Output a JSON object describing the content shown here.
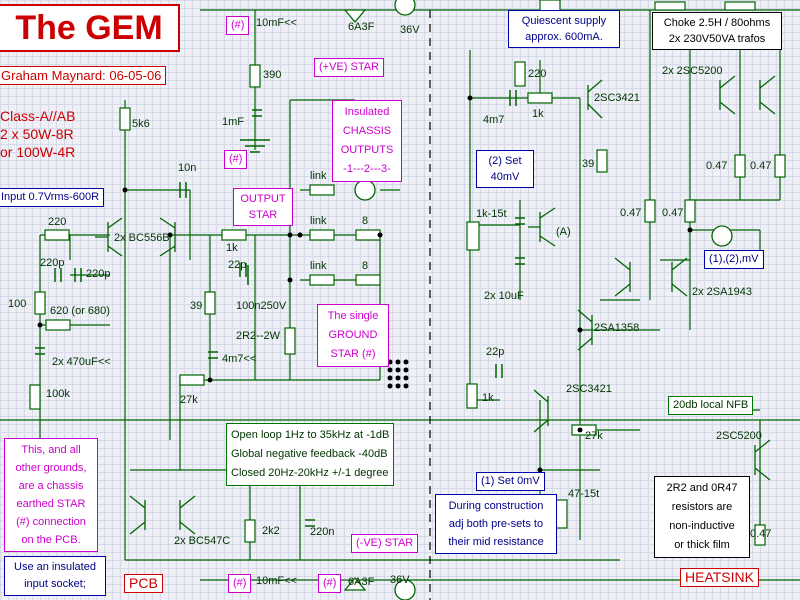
{
  "title": "The GEM",
  "author_date": "Graham Maynard: 06-05-06",
  "specs": [
    "Class-A//AB",
    "2 x 50W-8R",
    "or 100W-4R"
  ],
  "input_spec": "Input 0.7Vrms-600R",
  "stars": {
    "positive": "(+VE) STAR",
    "negative": "(-VE) STAR",
    "output": [
      "OUTPUT",
      "STAR"
    ],
    "ground": [
      "The single",
      "GROUND",
      "STAR (#)"
    ]
  },
  "chassis_outputs": [
    "Insulated",
    "CHASSIS",
    "OUTPUTS",
    "-1---2---3-"
  ],
  "hash_marks": {
    "top": "(#)",
    "mid": "(#)",
    "bot1": "(#)",
    "bot2": "(#)"
  },
  "supply_notes": {
    "quiescent": [
      "Quiescent supply",
      "approx. 600mA."
    ],
    "choke": [
      "Choke 2.5H / 80ohms",
      "2x 230V50VA trafos"
    ]
  },
  "set_notes": {
    "set40": [
      "(2) Set",
      "40mV"
    ],
    "set0": "(1) Set 0mV",
    "mv_meter": "(1),(2),mV",
    "construction": [
      "During construction",
      "adj both pre-sets to",
      "their mid resistance"
    ]
  },
  "loop_specs": [
    "Open loop 1Hz to 35kHz at -1dB",
    "Global negative feedback -40dB",
    "Closed 20Hz-20kHz +/-1 degree"
  ],
  "nfb_note": "20db local NFB",
  "ground_note": [
    "This, and all",
    "other grounds,",
    "are a chassis",
    "earthed STAR",
    "(#) connection",
    "on the PCB."
  ],
  "input_note": [
    "Use an insulated",
    "input socket;"
  ],
  "resistor_note": [
    "2R2 and 0R47",
    "resistors are",
    "non-inductive",
    "or thick film"
  ],
  "sections": {
    "pcb": "PCB",
    "heatsink": "HEATSINK"
  },
  "components": {
    "c_top": "10mF<<",
    "d_top": "6A3F",
    "v_top": "36V",
    "c_bot": "10mF<<",
    "d_bot": "6A3F",
    "v_bot": "36V",
    "r390": "390",
    "c1mf": "1mF",
    "r5k6": "5k6",
    "c10n": "10n",
    "r220_in": "220",
    "c220p_a": "220p",
    "c220p_b": "220p",
    "r100": "100",
    "r620": "620 (or 680)",
    "c470": "2x 470uF<<",
    "r100k": "100k",
    "q_bc556": "2x BC556B",
    "r1k_fb": "1k",
    "c22p_fb": "22p",
    "r39_fb": "39",
    "c100n": "100n250V",
    "r2r2": "2R2--2W",
    "c4m7_fb": "4m7<<",
    "r27k_fb": "27k",
    "link1": "link",
    "link2": "link",
    "link3": "link",
    "r8_a": "8",
    "r8_b": "8",
    "r220_sup": "220",
    "c4m7_sup": "4m7",
    "r1k_sup": "1k",
    "q2sc3421_a": "2SC3421",
    "r39_drv": "39",
    "q2sc5200": "2x 2SC5200",
    "r047_a": "0.47",
    "r047_b": "0.47",
    "r047_c": "0.47",
    "r047_d": "0.47",
    "r047_e": "0.47",
    "r1k15t": "1k-15t",
    "cA": "(A)",
    "c10uf": "2x 10uF",
    "q2sa1943": "2x 2SA1943",
    "q2sa1358": "2SA1358",
    "c22p_vas": "22p",
    "r1k_vas": "1k",
    "q2sc3421_b": "2SC3421",
    "r27k_vas": "27k",
    "q2sc5200_b": "2SC5200",
    "r47_15t": "47-15t",
    "q_bc547": "2x BC547C",
    "r2k2": "2k2",
    "c220n": "220n"
  },
  "colors": {
    "wire": "#006400",
    "title": "#cc0000",
    "accent_mag": "#cc00cc",
    "accent_blue": "#0000aa"
  }
}
